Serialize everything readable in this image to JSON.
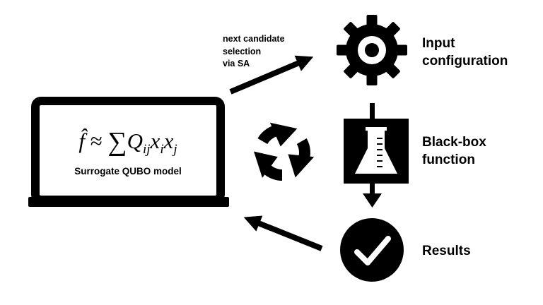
{
  "laptop": {
    "formula": {
      "lhs": "f̂",
      "approx": "≈",
      "sum": "∑",
      "q": "Q",
      "q_sub": "ij",
      "x": "x",
      "x_i_sub": "i",
      "x_j_sub": "j"
    },
    "caption": "Surrogate QUBO model"
  },
  "arrow_label": {
    "lines": [
      "next candidate",
      "selection",
      "via SA"
    ]
  },
  "steps": {
    "input": {
      "lines": [
        "Input",
        "configuration"
      ],
      "icon": "gear-icon"
    },
    "blackbox": {
      "lines": [
        "Black-box",
        "function"
      ],
      "icon": "flask-icon"
    },
    "results": {
      "lines": [
        "Results"
      ],
      "icon": "checkmark-circle-icon"
    }
  },
  "cycle": {
    "icon": "refresh-cycle-icon"
  },
  "colors": {
    "ink": "#000000",
    "background": "#ffffff"
  }
}
